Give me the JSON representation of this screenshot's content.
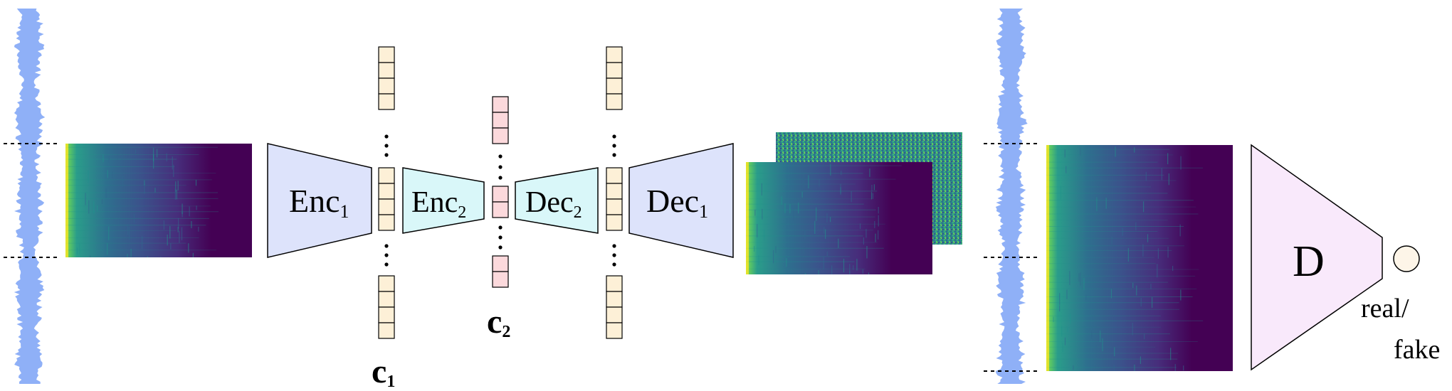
{
  "labels": {
    "enc1": "Enc",
    "enc1_sub": "1",
    "enc2": "Enc",
    "enc2_sub": "2",
    "dec2": "Dec",
    "dec2_sub": "2",
    "dec1": "Dec",
    "dec1_sub": "1",
    "code1": "c",
    "code1_sub": "1",
    "code2": "c",
    "code2_sub": "2",
    "discriminator": "D",
    "output_line1": "real/",
    "output_line2": "fake"
  },
  "colors": {
    "waveform": "#8fb0f7",
    "enc1_fill": "#dde3fb",
    "enc2_fill": "#d9f7f9",
    "dec2_fill": "#d9f7f9",
    "dec1_fill": "#dde3fb",
    "code1_fill": "#fdf0d7",
    "code2_fill": "#fcd9dc",
    "disc_fill": "#f9e9fb",
    "output_fill": "#fdf5e8",
    "spec_dark": "#440154",
    "spec_mid": "#31688e",
    "spec_teal": "#21918c",
    "spec_green": "#5ec962",
    "spec_yellow": "#fde725"
  }
}
